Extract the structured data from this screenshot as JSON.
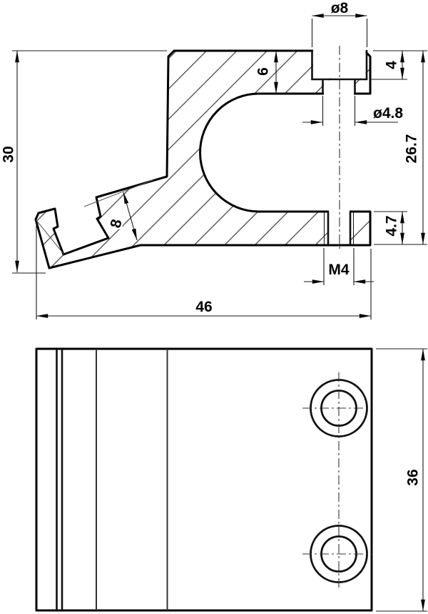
{
  "drawing": {
    "type": "two-view engineering drawing of a clamp bracket, black lines on white",
    "dimensions": {
      "counterbore_dia": "ø8",
      "counterbore_depth": "4",
      "top_arm_thickness": "6",
      "through_hole_dia": "ø4.8",
      "right_height": "26.7",
      "hook_arm_width": "8",
      "bottom_arm_thickness": "4.7",
      "thread_size": "M4",
      "overall_width": "46",
      "overall_height": "30",
      "plate_height": "36"
    },
    "colors": {
      "outline": "#000000",
      "thin_lines": "#1a1a1a",
      "hatch": "#404040",
      "background": "#ffffff"
    }
  }
}
